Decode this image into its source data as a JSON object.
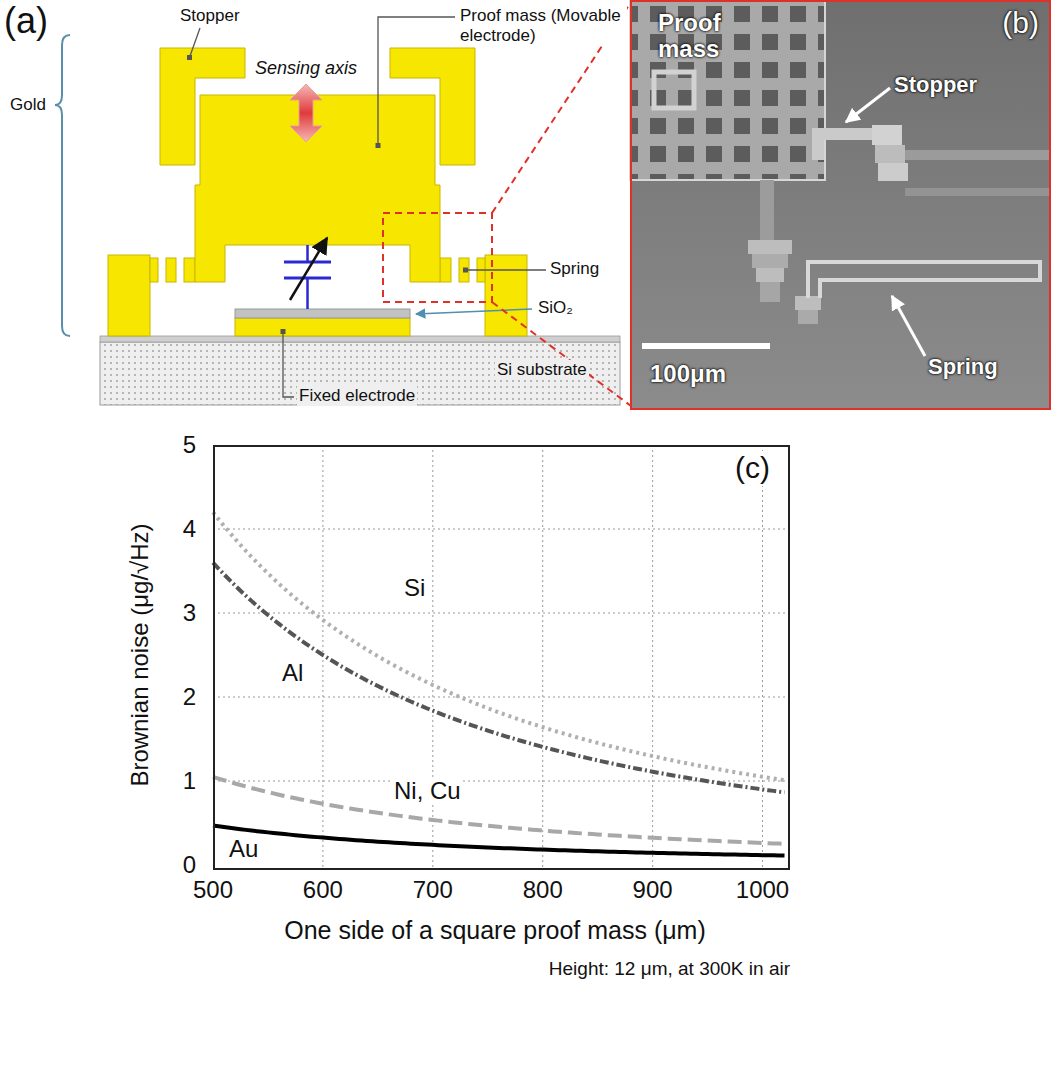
{
  "diagram": {
    "nodes": [
      {
        "text": [
          "Si substrate"
        ]
      },
      {
        "text": [
          "(b)",
          "Proof mass",
          "Stopper",
          "Spring",
          "100μm"
        ]
      },
      {
        "text": [
          "(c)",
          "Si",
          "Al",
          "Ni, Cu",
          "Au"
        ]
      }
    ],
    "labels": [
      "(a)",
      "Stopper",
      "Proof mass (Movable electrode)",
      "Gold",
      "Sensing axis",
      "Spring",
      "SiO₂",
      "Fixed electrode",
      "Brownian noise (μg/√Hz)",
      "0",
      "1",
      "2",
      "3",
      "4",
      "5",
      "500",
      "600",
      "700",
      "800",
      "900",
      "1000",
      "One side of a square proof mass (μm)",
      "Height: 12 μm, at 300K in air"
    ]
  }
}
